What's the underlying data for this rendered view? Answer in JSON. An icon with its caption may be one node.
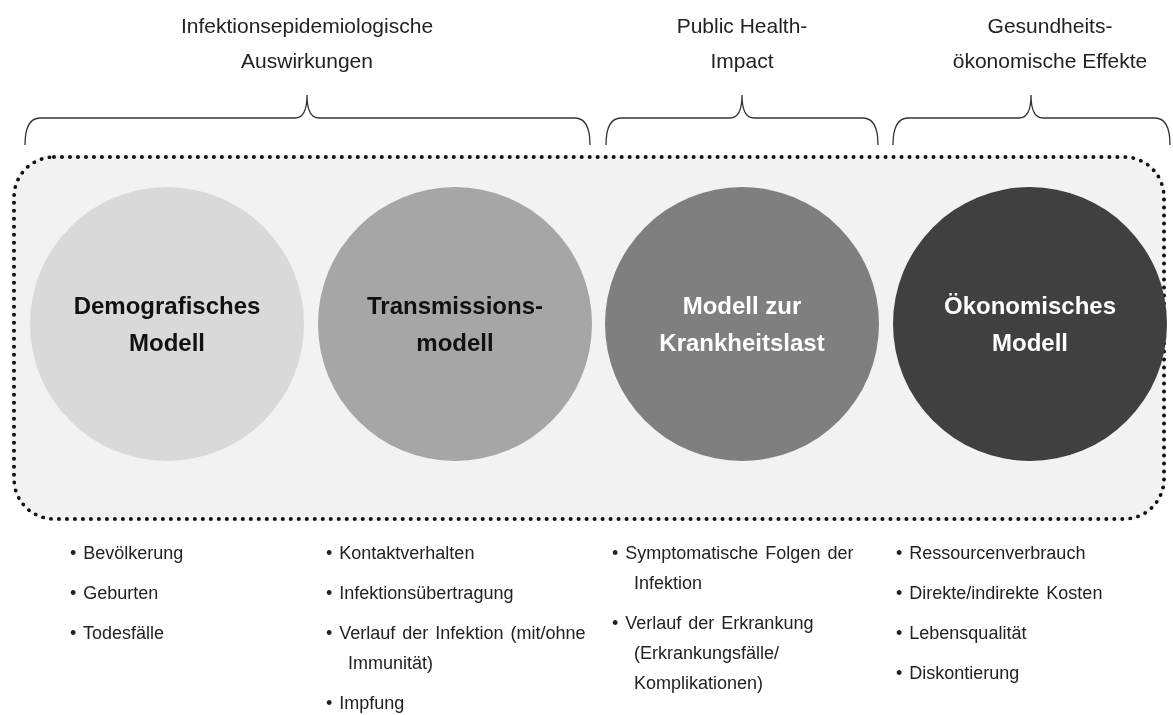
{
  "diagram": {
    "nodes": [
      {
        "text": [],
        "shape": "box"
      },
      {
        "text": [
          "Demografisches Modell"
        ],
        "in": 0,
        "beside": [
          "• Bevölkerung",
          "• Geburten",
          "• Todesfälle"
        ]
      },
      {
        "text": [
          "Transmissions- modell"
        ],
        "in": 0,
        "beside": [
          "• Kontaktverhalten",
          "• Infektionsübertragung",
          "• Verlauf der Infektion (mit/ohne Immunität)",
          "• Impfung"
        ]
      },
      {
        "text": [
          "Modell zur Krankheitslast"
        ],
        "in": 0,
        "beside": [
          "• Symptomatische Folgen der Infektion",
          "• Verlauf der Erkrankung (Erkrankungsfälle/ Komplikationen)"
        ]
      },
      {
        "text": [
          "Ökonomisches Modell"
        ],
        "in": 0,
        "beside": [
          "• Ressourcenverbrauch",
          "• Direkte/indirekte Kosten",
          "• Lebensqualität",
          "• Diskontierung"
        ]
      }
    ],
    "labels": [
      "Infektionsepidemiologische Auswirkungen",
      "Public Health- Impact",
      "Gesundheits- ökonomische Effekte"
    ]
  }
}
